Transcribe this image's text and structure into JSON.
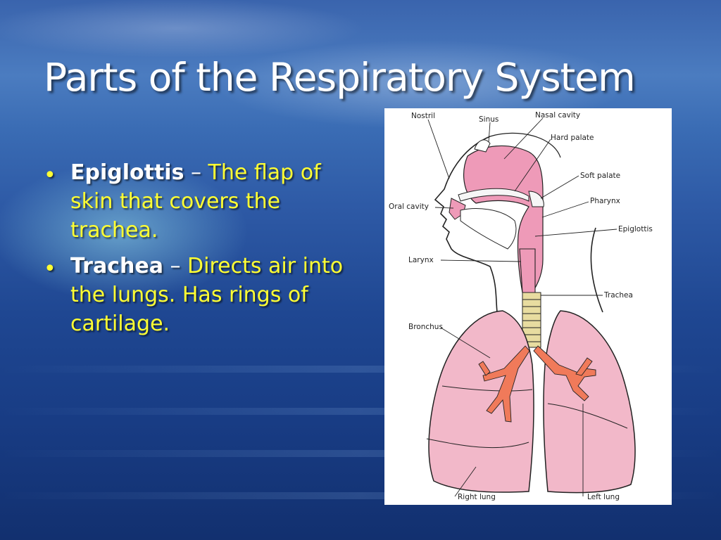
{
  "slide": {
    "title": "Parts of the Respiratory System",
    "bullets": [
      {
        "term": "Epiglottis",
        "dash": " – ",
        "text": "The flap of skin that covers the trachea."
      },
      {
        "term": "Trachea",
        "dash": " – ",
        "text": "Directs air into the lungs. Has rings of cartilage."
      }
    ]
  },
  "diagram": {
    "labels": {
      "nostril": "Nostril",
      "sinus": "Sinus",
      "nasal_cavity": "Nasal cavity",
      "hard_palate": "Hard palate",
      "soft_palate": "Soft palate",
      "oral_cavity": "Oral cavity",
      "pharynx": "Pharynx",
      "epiglottis": "Epiglottis",
      "larynx": "Larynx",
      "trachea": "Trachea",
      "bronchus": "Bronchus",
      "right_lung": "Right lung",
      "left_lung": "Left lung"
    }
  },
  "colors": {
    "title": "#ffffff",
    "bullet_text": "#ffff33",
    "lung_fill": "#f2b8c9",
    "airway_fill": "#ee9ab8",
    "bronchi_fill": "#f07a5a",
    "trachea_ring": "#e8dca0"
  }
}
